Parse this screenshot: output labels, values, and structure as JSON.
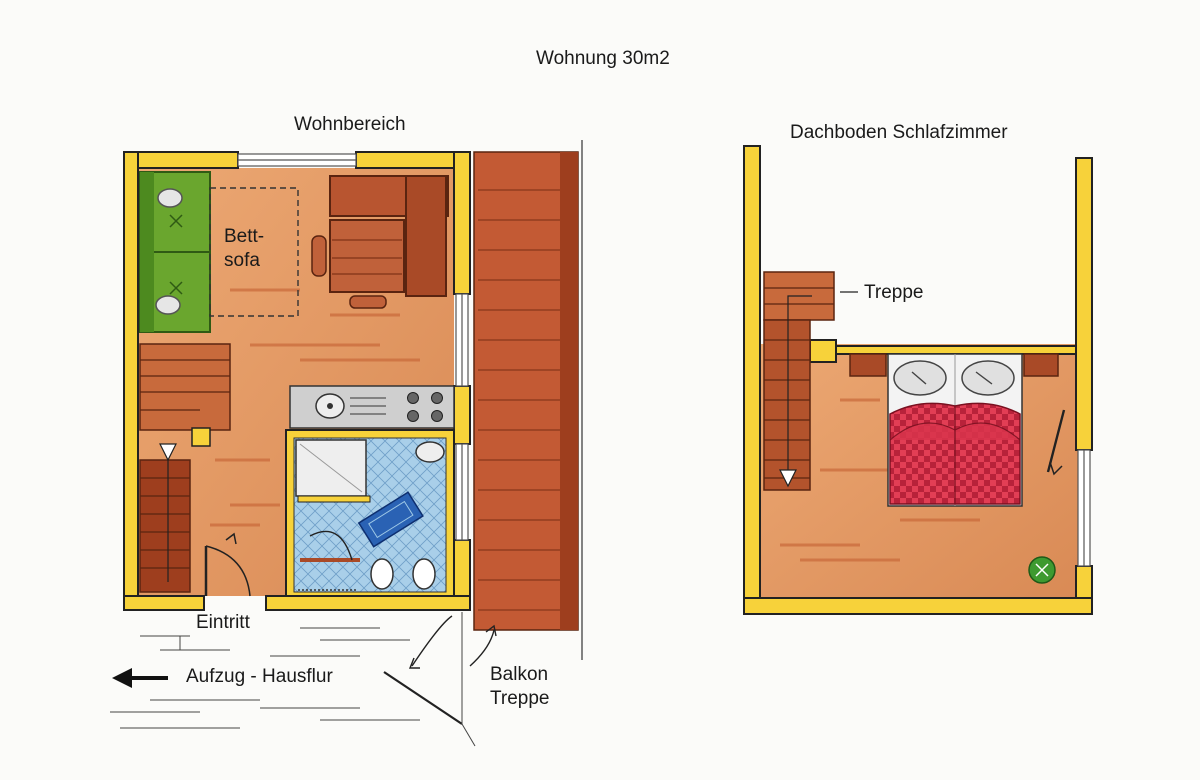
{
  "title": "Wohnung 30m2",
  "left_plan": {
    "heading": "Wohnbereich",
    "bed_sofa_line1": "Bett-",
    "bed_sofa_line2": "sofa",
    "entrance": "Eintritt",
    "hallway": "Aufzug  - Hausflur",
    "balcony_line1": "Balkon",
    "balcony_line2": "Treppe"
  },
  "right_plan": {
    "heading": "Dachboden Schlafzimmer",
    "stairs": "Treppe"
  },
  "colors": {
    "wall_yellow": "#f7d23a",
    "wall_outline": "#222222",
    "wood_floor": "#e8a067",
    "wood_dark": "#a94a27",
    "sofa_green": "#6aa62e",
    "tile_blue": "#9ec8e6",
    "rug_blue": "#2a62b4",
    "bed_red": "#d9344c",
    "plant_green": "#3e9a30",
    "kitchen_grey": "#cfcfcf"
  },
  "icons": [
    "arrow-left-icon",
    "bed-icon",
    "sofa-icon",
    "stove-icon",
    "sink-icon",
    "toilet-icon",
    "plant-icon",
    "pillow-icon"
  ]
}
